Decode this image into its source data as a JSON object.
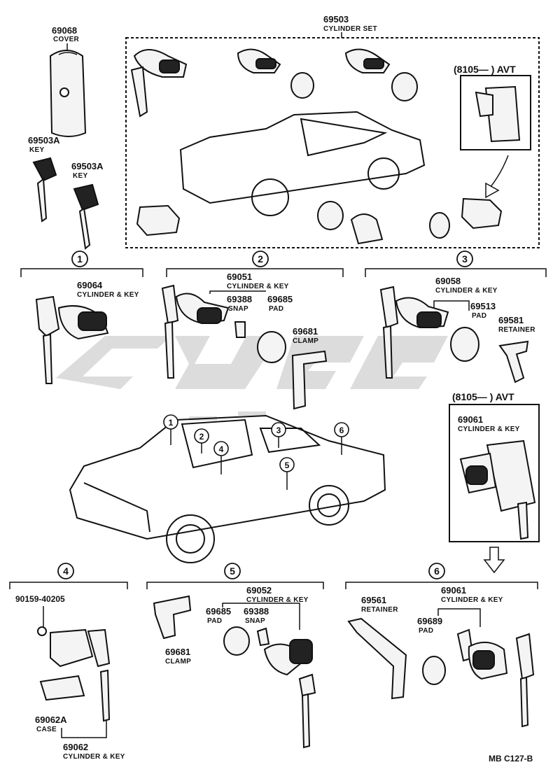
{
  "top": {
    "cover": {
      "num": "69068",
      "name": "COVER"
    },
    "key1": {
      "num": "69503A",
      "name": "KEY"
    },
    "key2": {
      "num": "69503A",
      "name": "KEY"
    },
    "cylinder_set": {
      "num": "69503",
      "name": "CYLINDER SET"
    },
    "avt_label": "(8105—      ) AVT"
  },
  "sections": {
    "s1": {
      "marker": "1",
      "cyl": {
        "num": "69064",
        "name": "CYLINDER & KEY"
      }
    },
    "s2": {
      "marker": "2",
      "cyl": {
        "num": "69051",
        "name": "CYLINDER & KEY"
      },
      "snap": {
        "num": "69388",
        "name": "SNAP"
      },
      "pad": {
        "num": "69685",
        "name": "PAD"
      },
      "clamp": {
        "num": "69681",
        "name": "CLAMP"
      }
    },
    "s3": {
      "marker": "3",
      "cyl": {
        "num": "69058",
        "name": "CYLINDER & KEY"
      },
      "pad": {
        "num": "69513",
        "name": "PAD"
      },
      "retainer": {
        "num": "69581",
        "name": "RETAINER"
      }
    },
    "avt": {
      "label": "(8105—      ) AVT",
      "cyl": {
        "num": "69061",
        "name": "CYLINDER & KEY"
      }
    },
    "s4": {
      "marker": "4",
      "bolt": "90159-40205",
      "case": {
        "num": "69062A",
        "name": "CASE"
      },
      "cyl": {
        "num": "69062",
        "name": "CYLINDER & KEY"
      }
    },
    "s5": {
      "marker": "5",
      "cyl": {
        "num": "69052",
        "name": "CYLINDER & KEY"
      },
      "pad": {
        "num": "69685",
        "name": "PAD"
      },
      "snap": {
        "num": "69388",
        "name": "SNAP"
      },
      "clamp": {
        "num": "69681",
        "name": "CLAMP"
      }
    },
    "s6": {
      "marker": "6",
      "retainer": {
        "num": "69561",
        "name": "RETAINER"
      },
      "cyl": {
        "num": "69061",
        "name": "CYLINDER & KEY"
      },
      "pad": {
        "num": "69689",
        "name": "PAD"
      }
    }
  },
  "car_markers": [
    "1",
    "2",
    "3",
    "4",
    "5",
    "6"
  ],
  "footer_code": "MB  C127-B",
  "colors": {
    "ink": "#111111",
    "watermark": "#d6d6d6",
    "background": "#ffffff"
  }
}
